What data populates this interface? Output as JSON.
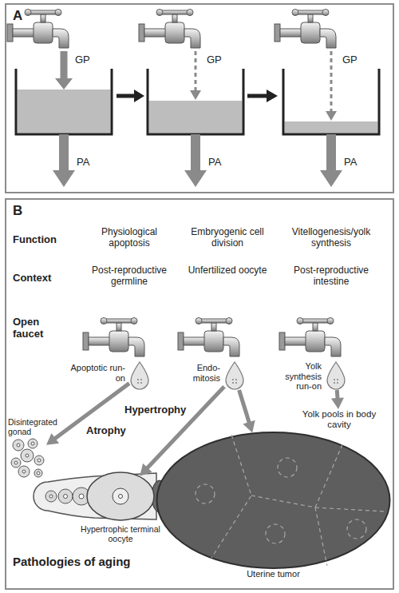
{
  "diagram": {
    "nodes": [
      {
        "text": [
          "A"
        ]
      },
      {
        "text": [
          "B"
        ]
      },
      {
        "text": [
          "Apoptotic run-on"
        ],
        "in": 1
      },
      {
        "text": [
          "Endo- mitosis"
        ],
        "in": 1
      },
      {
        "text": [
          "Yolk synthesis run-on"
        ],
        "in": 1
      },
      {
        "text": [
          "Yolk pools in body cavity"
        ],
        "in": 1
      },
      {
        "text": [
          "Disintegrated gonad"
        ],
        "in": 1
      },
      {
        "text": [
          "Hypertrophic terminal oocyte"
        ],
        "in": 1
      },
      {
        "text": [
          "Uterine tumor"
        ],
        "in": 1
      }
    ],
    "edges": [
      {
        "from": 2,
        "to": 6,
        "arrow": "to",
        "label": "Atrophy"
      },
      {
        "from": 3,
        "to": 7,
        "arrow": "to"
      },
      {
        "from": 3,
        "to": 8,
        "arrow": "to"
      },
      {
        "from": 4,
        "to": 5,
        "arrow": "to"
      }
    ],
    "labels": [
      "GP",
      "PA",
      "GP",
      "PA",
      "GP",
      "PA",
      "Function",
      "Context",
      "Open faucet",
      "Physiological apoptosis",
      "Embryogenic cell division",
      "Vitellogenesis/yolk synthesis",
      "Post-reproductive germline",
      "Unfertilized oocyte",
      "Post-reproductive intestine",
      "Hypertrophy",
      "Pathologies of aging"
    ]
  }
}
